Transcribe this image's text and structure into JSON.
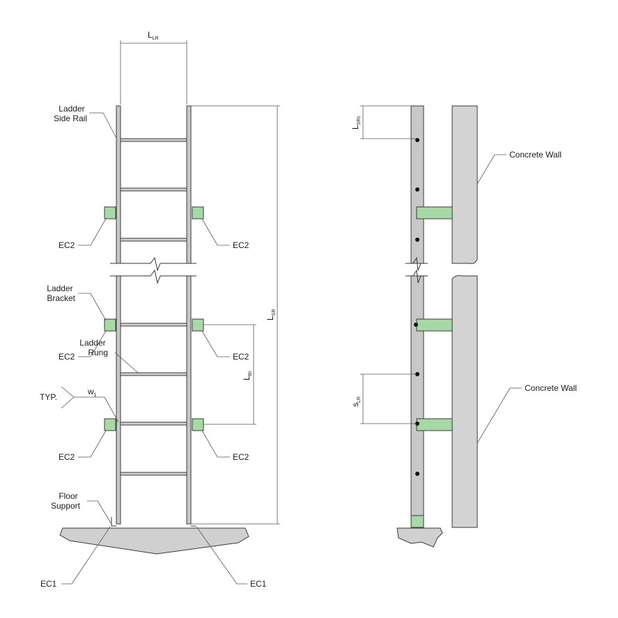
{
  "labels": {
    "ladder_side_rail": [
      "Ladder",
      "Side Rail"
    ],
    "ladder_bracket": [
      "Ladder",
      "Bracket"
    ],
    "ladder_rung": [
      "Ladder",
      "Rung"
    ],
    "floor_support": [
      "Floor",
      "Support"
    ],
    "typ": "TYP.",
    "ec2": "EC2",
    "ec1": "EC1",
    "concrete_wall": "Concrete Wall"
  },
  "dimensions": {
    "llr": {
      "main": "L",
      "sub": "LR"
    },
    "lsr": {
      "main": "L",
      "sub": "SR"
    },
    "lbr": {
      "main": "L",
      "sub": "Br"
    },
    "lsrc": {
      "main": "L",
      "sub": "SRc"
    },
    "slr": {
      "main": "s",
      "sub": "LR"
    },
    "w1": {
      "main": "w",
      "sub": "1"
    }
  },
  "colors": {
    "bracket": "#a6d9a6",
    "member": "#c8c8c8",
    "line": "#3a3a3a"
  }
}
